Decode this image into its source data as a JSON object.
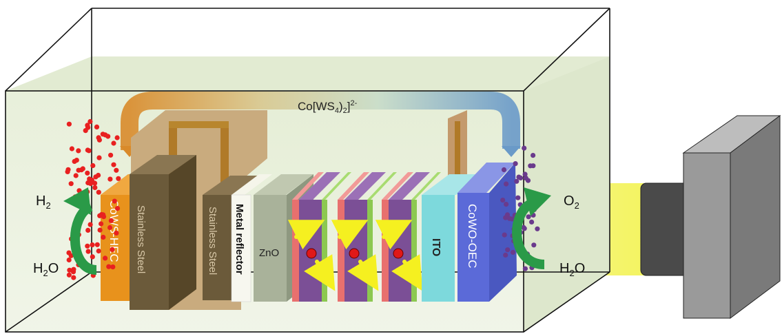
{
  "labels": {
    "complex": "Co[WS",
    "complex_sub": "4",
    "complex_mid": ")",
    "complex_sub2": "2",
    "complex_end": "]",
    "complex_sup": "2-",
    "h2_left_main": "H",
    "h2_left_sub": "2",
    "h2o_left_main": "H",
    "h2o_left_sub": "2",
    "h2o_left_end": "O",
    "o2_right_main": "O",
    "o2_right_sub": "2",
    "h2o_right_main": "H",
    "h2o_right_sub": "2",
    "h2o_right_end": "O",
    "cows_hec": "CoWS-HEC",
    "stainless_steel_1": "Stainless Steel",
    "stainless_steel_2": "Stainless Steel",
    "metal_reflector": "Metal reflector",
    "zno": "ZnO",
    "ito": "ITO",
    "cowo_oec": "CoWO-OEC"
  },
  "colors": {
    "hec": "#e8921c",
    "steel": "#6b5a3a",
    "steel_back": "#c8a878",
    "zno": "#a9b29a",
    "red_layer": "#e8706e",
    "purple_layer": "#7b4f96",
    "green_layer": "#8cc850",
    "ito": "#7dd9dc",
    "oec": "#5b6ad8",
    "arrow_green": "#2a9a48",
    "light": "#f0f060",
    "bubble_red": "#e82020",
    "bubble_purple": "#6a3a8c"
  }
}
